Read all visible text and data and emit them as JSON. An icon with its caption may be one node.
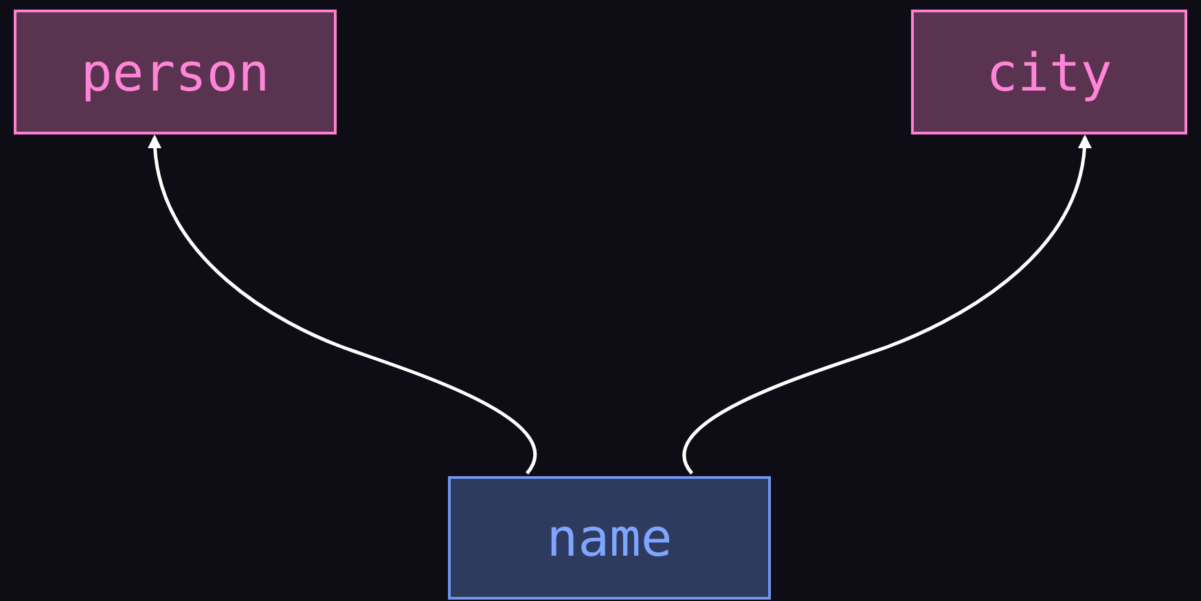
{
  "diagram": {
    "nodes": [
      {
        "text": [
          "person"
        ]
      },
      {
        "text": [
          "city"
        ]
      },
      {
        "text": [
          "name"
        ]
      }
    ],
    "edges": [
      {
        "from": 2,
        "to": 0,
        "arrow": "to"
      },
      {
        "from": 2,
        "to": 1,
        "arrow": "to"
      }
    ]
  }
}
